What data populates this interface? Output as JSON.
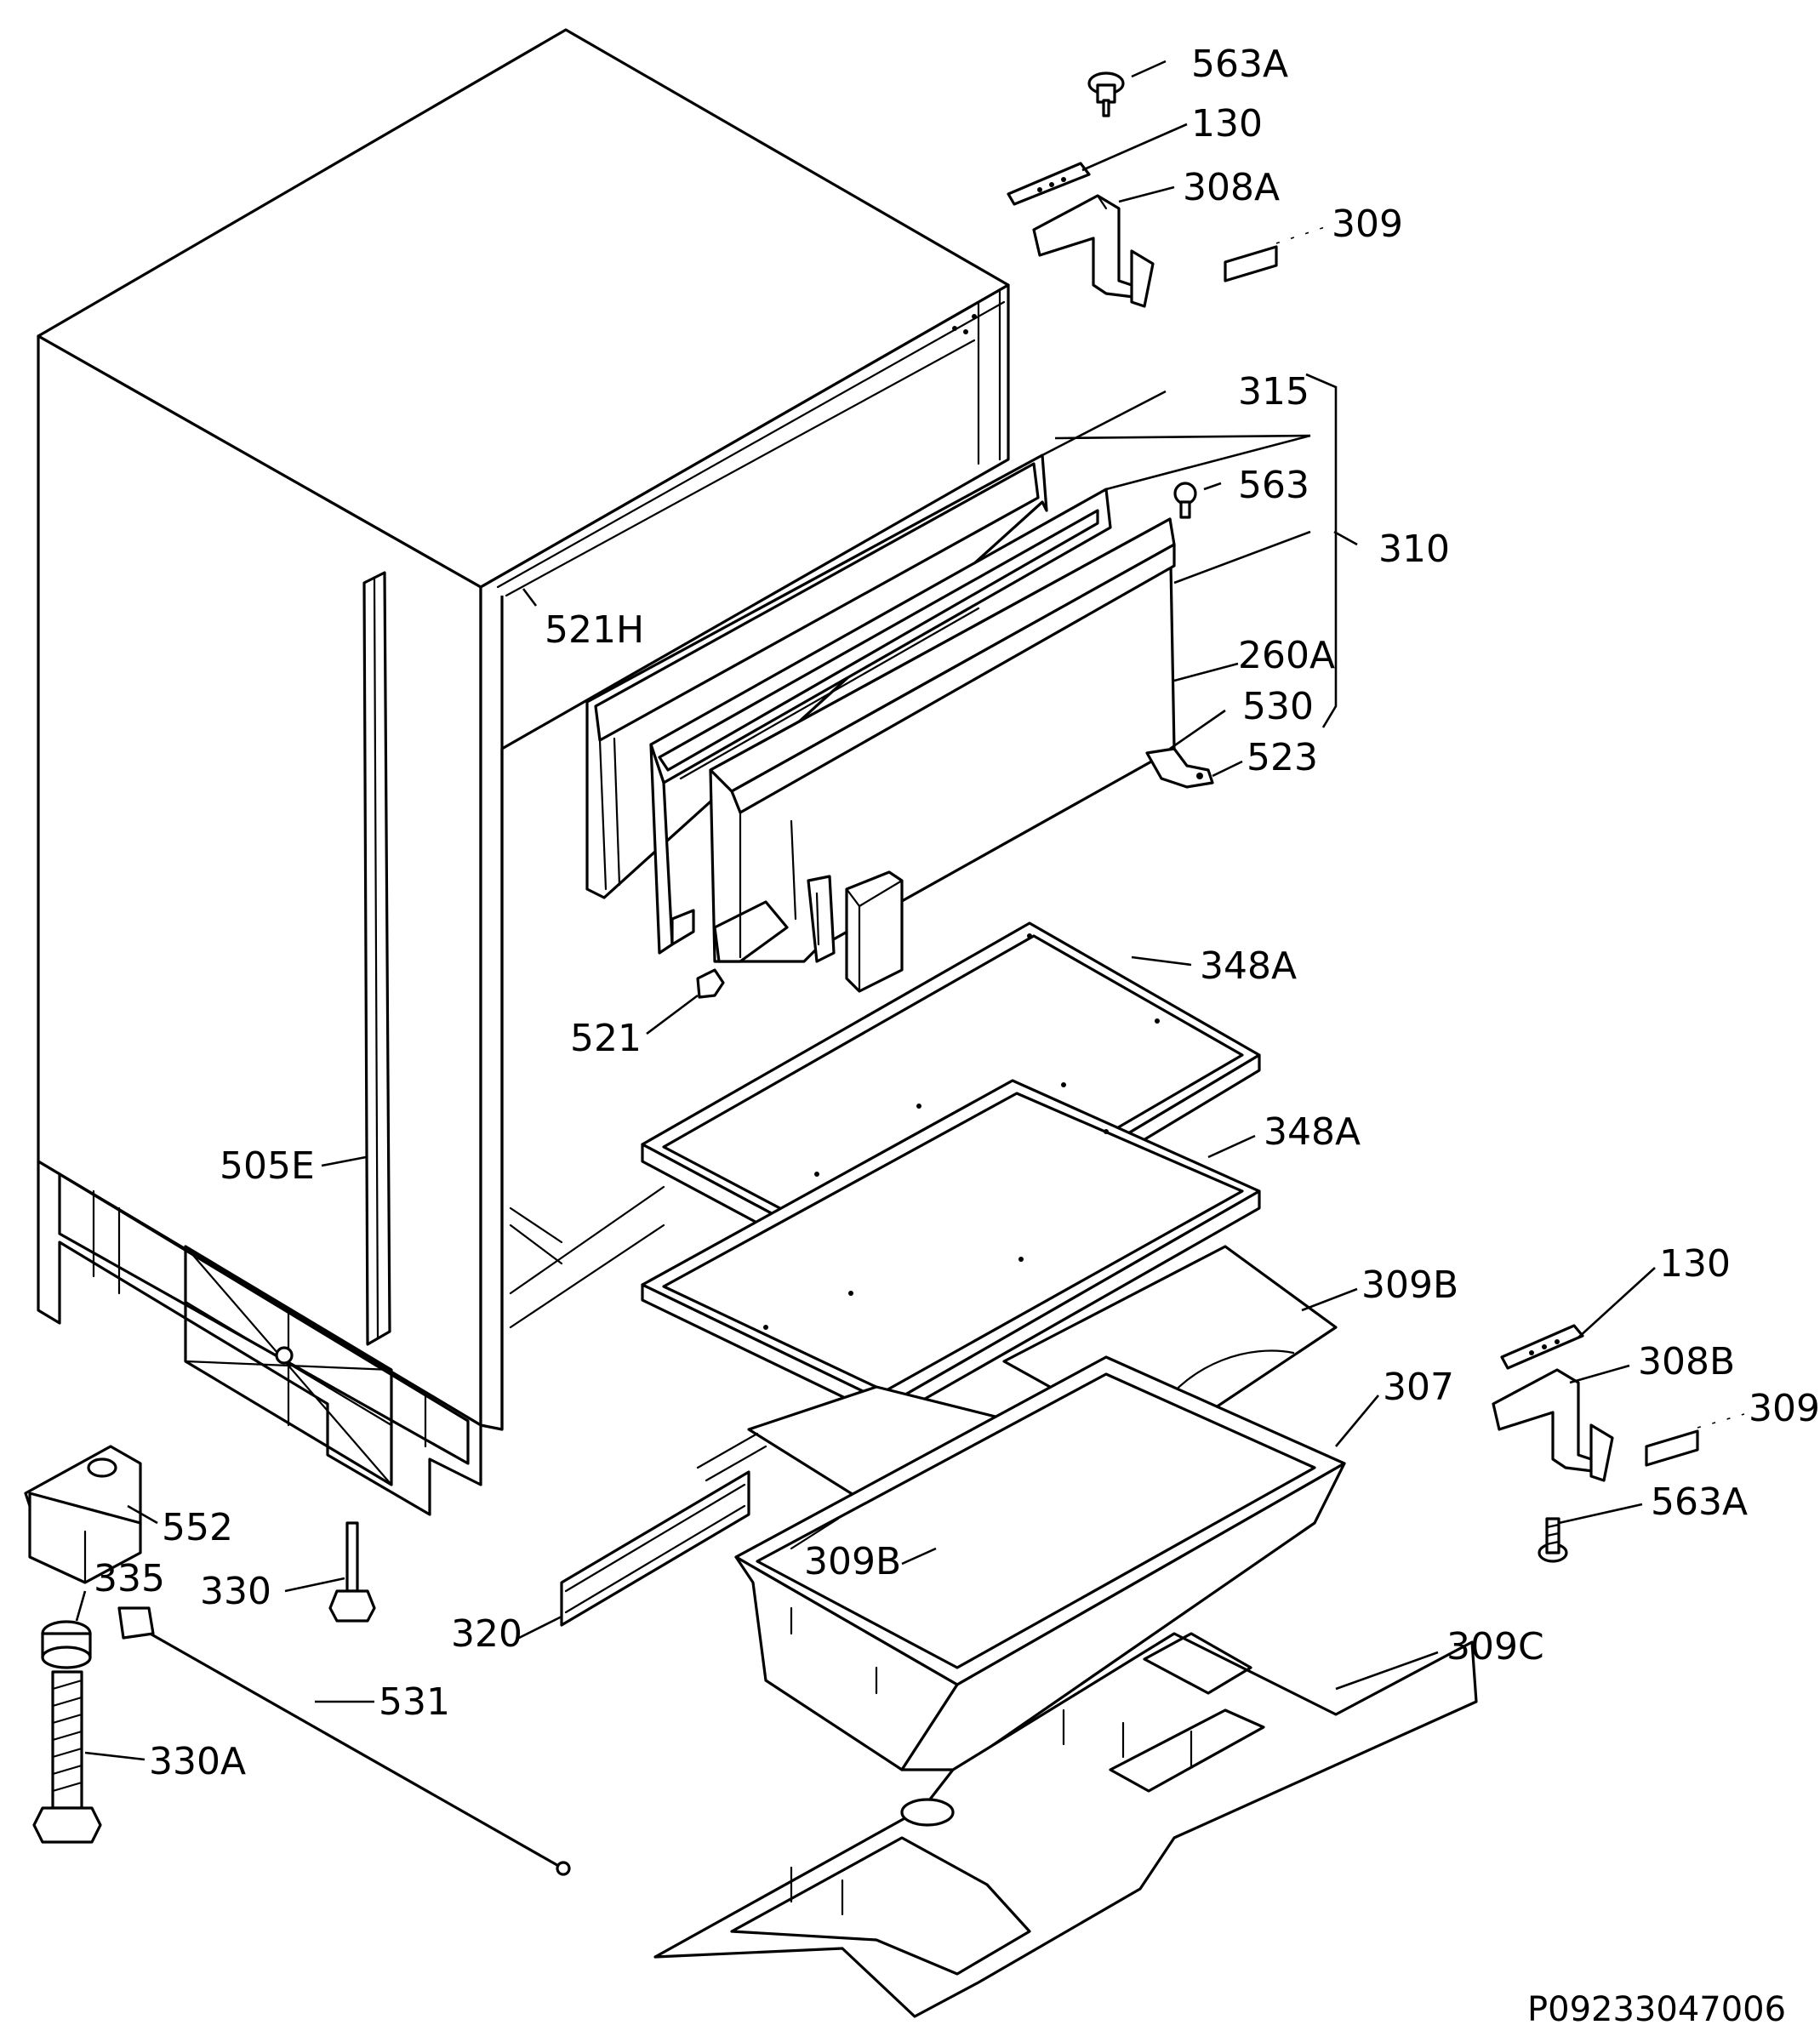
{
  "diagram": {
    "drawing_code": "P09233047006",
    "labels": {
      "l563A_top": "563A",
      "l130_top": "130",
      "l308A": "308A",
      "l309_top": "309",
      "l315": "315",
      "l563": "563",
      "l310": "310",
      "l521H": "521H",
      "l260A": "260A",
      "l530": "530",
      "l523": "523",
      "l348A_upper": "348A",
      "l521": "521",
      "l348A_lower": "348A",
      "l505E": "505E",
      "l309B_right": "309B",
      "l130_bottom": "130",
      "l308B": "308B",
      "l307": "307",
      "l309_bottom": "309",
      "l563A_bottom": "563A",
      "l552": "552",
      "l309B_left": "309B",
      "l335": "335",
      "l330": "330",
      "l320": "320",
      "l309C": "309C",
      "l531": "531",
      "l330A": "330A"
    }
  }
}
